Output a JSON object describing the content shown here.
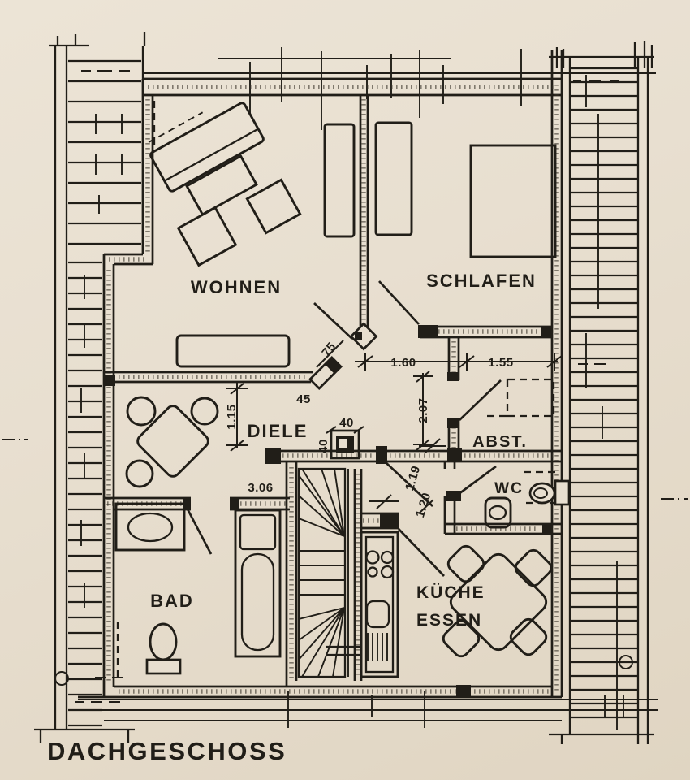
{
  "plan": {
    "title": "DACHGESCHOSS",
    "rooms": {
      "wohnen": {
        "label": "WOHNEN"
      },
      "schlafen": {
        "label": "SCHLAFEN"
      },
      "diele": {
        "label": "DIELE"
      },
      "abstellraum": {
        "label": "ABST."
      },
      "wc": {
        "label": "WC"
      },
      "bad": {
        "label": "BAD"
      },
      "kueche": {
        "label_line1": "KÜCHE",
        "label_line2": "ESSEN"
      }
    },
    "dimensions": {
      "door_wohnen": "75",
      "opening_schlafen": "1.60",
      "opening_abst": "1.55",
      "jamb_angle": "45",
      "opening_diele": "1.15",
      "chimney_w": "40",
      "chimney_h": "40",
      "bad_width": "3.06",
      "diele_depth": "2.07",
      "corridor_a": "1.19",
      "corridor_b": "1.20"
    },
    "colors": {
      "paper": "#e8dfd0",
      "ink": "#211e18"
    }
  }
}
